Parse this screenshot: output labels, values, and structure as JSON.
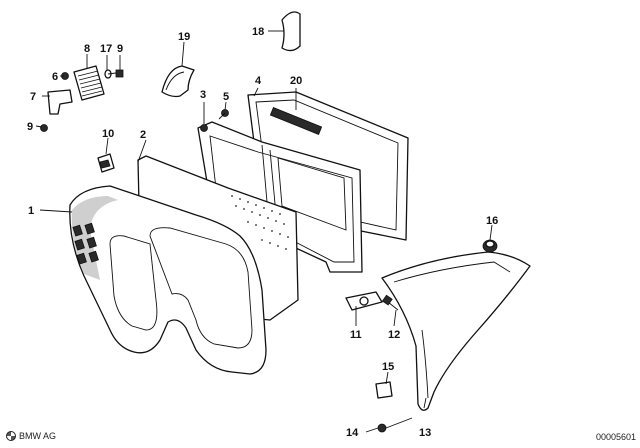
{
  "diagram": {
    "callouts": {
      "c1": "1",
      "c2": "2",
      "c3": "3",
      "c4": "4",
      "c5": "5",
      "c6": "6",
      "c7": "7",
      "c8": "8",
      "c9a": "9",
      "c9b": "9",
      "c10": "10",
      "c11": "11",
      "c12": "12",
      "c13": "13",
      "c14": "14",
      "c15": "15",
      "c16": "16",
      "c17": "17",
      "c18": "18",
      "c19": "19",
      "c20": "20"
    }
  },
  "footer": {
    "brand": "BMW AG",
    "diagram_number": "00005601"
  }
}
